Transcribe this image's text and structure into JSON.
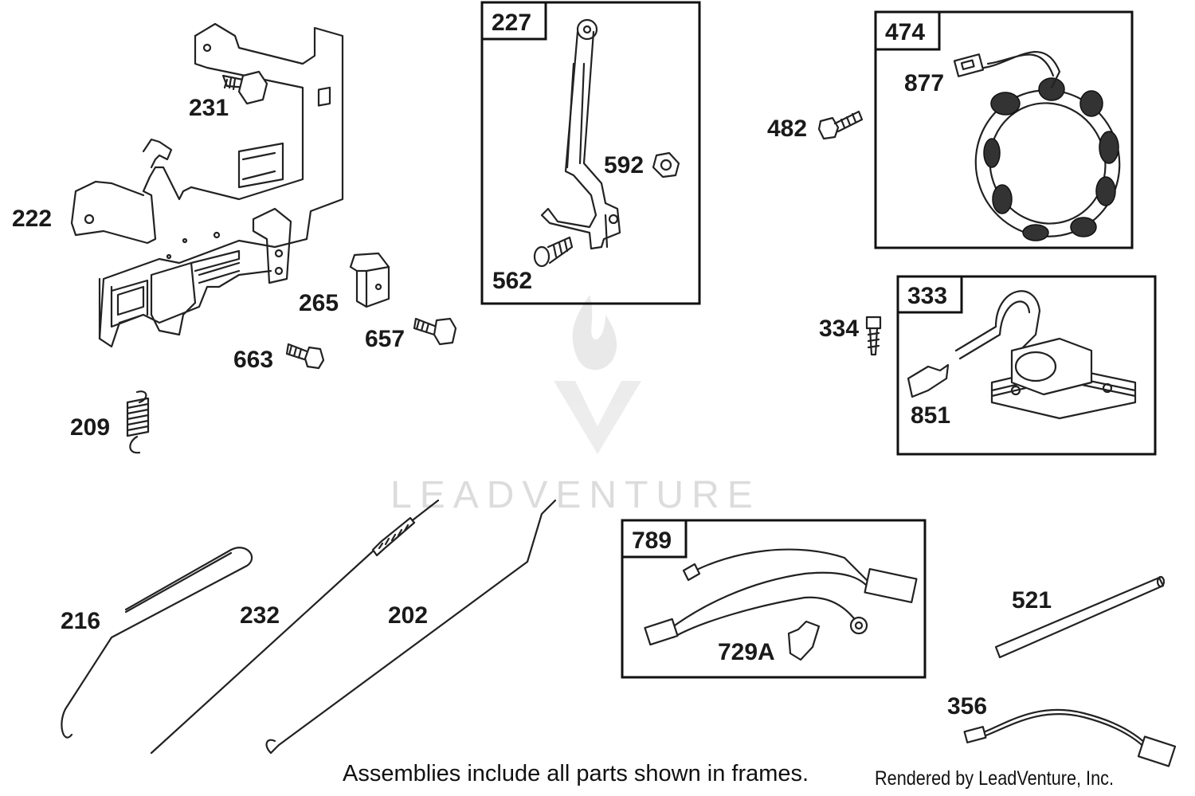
{
  "watermark": {
    "text": "LEADVENTURE"
  },
  "frames": [
    {
      "id": "227",
      "label": "227"
    },
    {
      "id": "474",
      "label": "474"
    },
    {
      "id": "333",
      "label": "333"
    },
    {
      "id": "789",
      "label": "789"
    }
  ],
  "part_labels": {
    "p231": "231",
    "p222": "222",
    "p265": "265",
    "p657": "657",
    "p663": "663",
    "p209": "209",
    "p592": "592",
    "p562": "562",
    "p482": "482",
    "p877": "877",
    "p334": "334",
    "p851": "851",
    "p216": "216",
    "p232": "232",
    "p202": "202",
    "p729A": "729A",
    "p521": "521",
    "p356": "356"
  },
  "footer": {
    "note": "Assemblies include all parts shown in frames.",
    "credit": "Rendered by LeadVenture, Inc."
  }
}
